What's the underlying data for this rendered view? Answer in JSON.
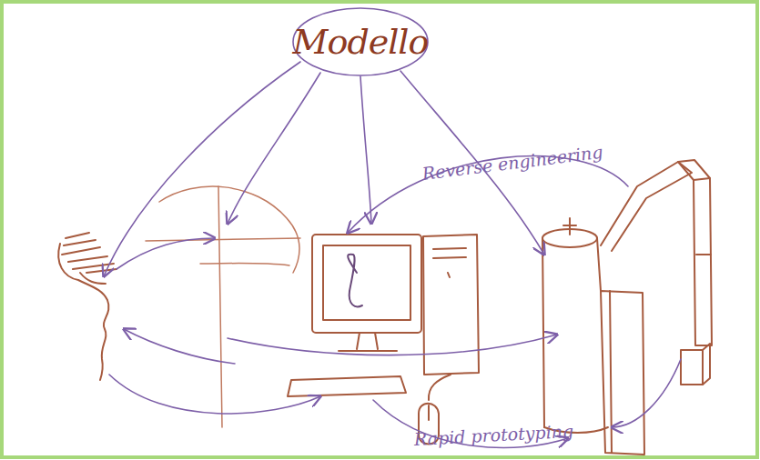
{
  "diagram": {
    "nodes": [
      {
        "text": [
          "Modello"
        ]
      }
    ],
    "labels": [
      "Reverse engineering",
      "Rapid prototyping"
    ]
  }
}
